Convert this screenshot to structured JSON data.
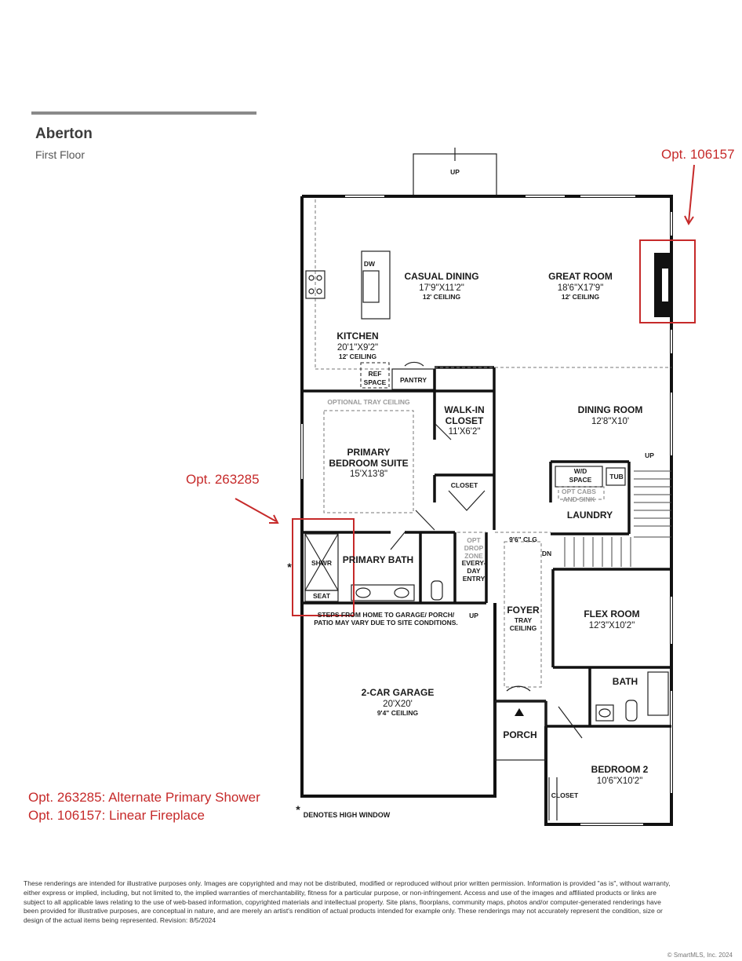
{
  "header": {
    "title": "Aberton",
    "subtitle": "First Floor"
  },
  "options": {
    "fireplace_callout": "Opt. 106157",
    "shower_callout": "Opt. 263285",
    "legend": [
      "Opt. 263285: Alternate Primary Shower",
      "Opt. 106157: Linear Fireplace"
    ]
  },
  "rooms": {
    "casual_dining": {
      "name": "CASUAL DINING",
      "dims": "17'9\"X11'2\"",
      "ceiling": "12' CEILING"
    },
    "great_room": {
      "name": "GREAT ROOM",
      "dims": "18'6\"X17'9\"",
      "ceiling": "12' CEILING"
    },
    "kitchen": {
      "name": "KITCHEN",
      "dims": "20'1\"X9'2\"",
      "ceiling": "12' CEILING"
    },
    "primary_suite": {
      "name1": "PRIMARY",
      "name2": "BEDROOM SUITE",
      "dims": "15'X13'8\"",
      "note": "OPTIONAL TRAY CEILING"
    },
    "walk_in": {
      "name1": "WALK-IN",
      "name2": "CLOSET",
      "dims": "11'X6'2\""
    },
    "dining_room": {
      "name": "DINING ROOM",
      "dims": "12'8\"X10'"
    },
    "laundry": {
      "name": "LAUNDRY",
      "wd1": "W/D",
      "wd2": "SPACE",
      "tub": "TUB",
      "cabs1": "OPT CABS",
      "cabs2": "AND SINK"
    },
    "primary_bath": {
      "name": "PRIMARY BATH",
      "shower": "SHWR",
      "seat": "SEAT"
    },
    "everyday_entry": {
      "l1": "EVERY-",
      "l2": "DAY",
      "l3": "ENTRY",
      "drop1": "OPT",
      "drop2": "DROP",
      "drop3": "ZONE"
    },
    "foyer": {
      "name": "FOYER",
      "c1": "TRAY",
      "c2": "CEILING",
      "clg": "9'6\" CLG"
    },
    "flex_room": {
      "name": "FLEX ROOM",
      "dims": "12'3\"X10'2\""
    },
    "bath": {
      "name": "BATH"
    },
    "garage": {
      "name": "2-CAR GARAGE",
      "dims": "20'X20'",
      "ceiling": "9'4\" CEILING"
    },
    "porch": {
      "name": "PORCH"
    },
    "bedroom2": {
      "name": "BEDROOM 2",
      "dims": "10'6\"X10'2\""
    }
  },
  "fixtures": {
    "dw": "DW",
    "ref1": "REF",
    "ref2": "SPACE",
    "pantry": "PANTRY",
    "closet": "CLOSET",
    "up": "UP",
    "dn": "DN",
    "asterisk": "*"
  },
  "notes": {
    "steps1": "STEPS FROM HOME TO GARAGE/ PORCH/",
    "steps2": "PATIO MAY VARY DUE TO SITE CONDITIONS.",
    "high_window": "DENOTES HIGH WINDOW"
  },
  "footer": {
    "disclaimer": "These renderings are intended for illustrative purposes only. Images are copyrighted and may not be distributed, modified or reproduced without prior written permission. Information is provided \"as is\", without warranty, either express or implied, including, but not limited to, the implied warranties of merchantability, fitness for a particular purpose, or non-infringement. Access and use of the images and affiliated products or links are subject to all applicable laws relating to the use of web-based information, copyrighted materials and intellectual property. Site plans, floorplans, community maps, photos and/or computer-generated renderings have been provided for illustrative purposes, are conceptual in nature, and are merely an artist's rendition of actual products intended for example only. These renderings may not accurately represent the condition, size or design of the actual items being represented. Revision: 8/5/2024",
    "credit": "© SmartMLS, Inc. 2024"
  },
  "colors": {
    "accent": "#c62a2a",
    "wall": "#111111",
    "rule": "#8a8a8a"
  }
}
